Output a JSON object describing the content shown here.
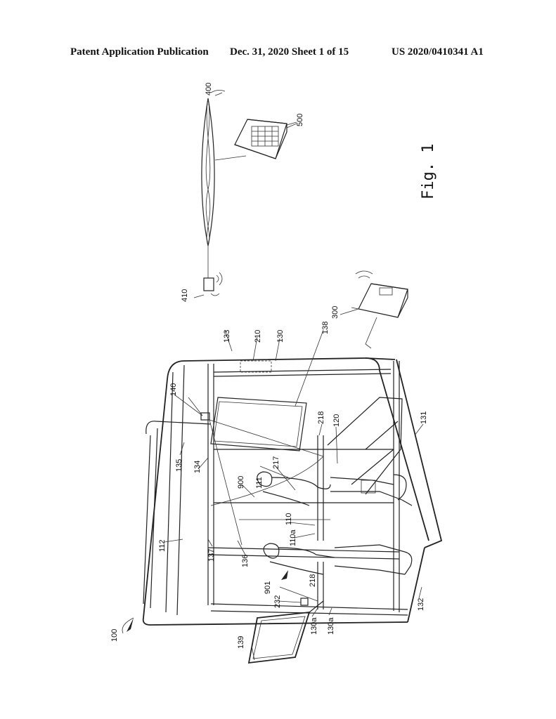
{
  "header": {
    "left": "Patent Application Publication",
    "middle": "Dec. 31, 2020   Sheet 1 of 15",
    "right": "US 2020/0410341 A1"
  },
  "figure": {
    "caption": "Fig. 1",
    "labels": {
      "l100": "100",
      "l110": "110",
      "l110a": "110a",
      "l111": "111",
      "l112": "112",
      "l120": "120",
      "l130": "130",
      "l130a_1": "130a",
      "l130a_2": "130a",
      "l131": "131",
      "l132": "132",
      "l133": "133",
      "l134": "134",
      "l135": "135",
      "l136": "136",
      "l137": "137",
      "l138": "138",
      "l139": "139",
      "l140": "140",
      "l210": "210",
      "l217": "217",
      "l218_1": "218",
      "l218_2": "218",
      "l232": "232",
      "l300": "300",
      "l400": "400",
      "l410": "410",
      "l500": "500",
      "l900": "900",
      "l901": "901"
    }
  }
}
